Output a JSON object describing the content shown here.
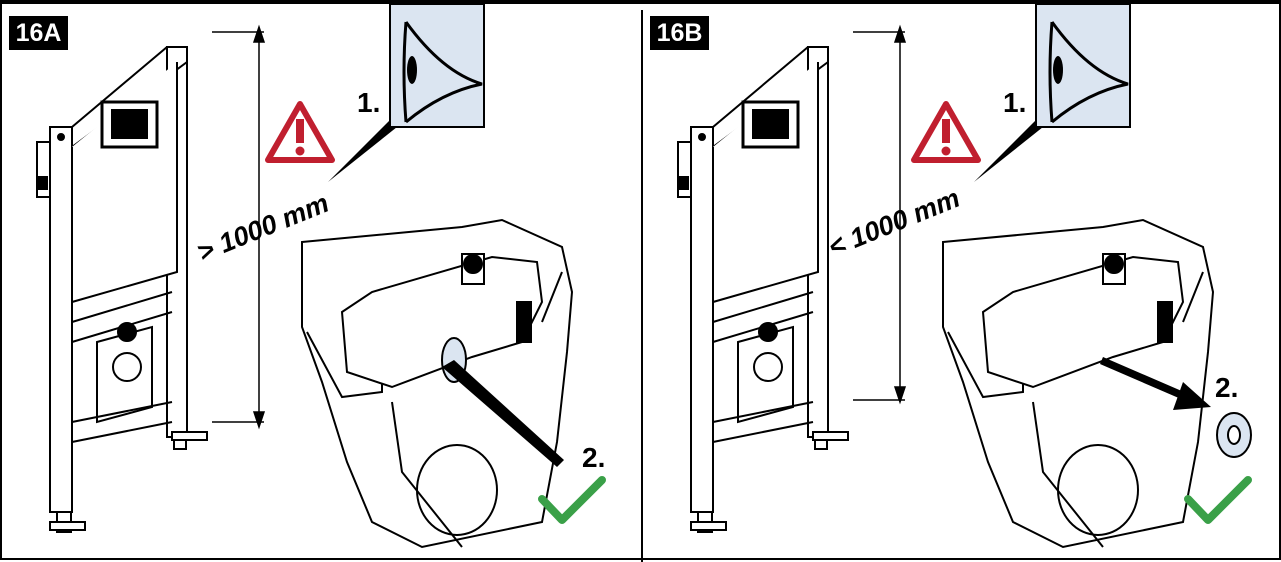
{
  "panels": [
    {
      "id": "16A",
      "label": "16A",
      "dimension_text": "> 1000 mm",
      "step1": "1.",
      "step2": "2."
    },
    {
      "id": "16B",
      "label": "16B",
      "dimension_text": "< 1000 mm",
      "step1": "1.",
      "step2": "2."
    }
  ],
  "colors": {
    "warning": "#c01f2f",
    "check": "#3aa048",
    "eye_bg": "#dbe5f1",
    "frame": "#000000"
  }
}
